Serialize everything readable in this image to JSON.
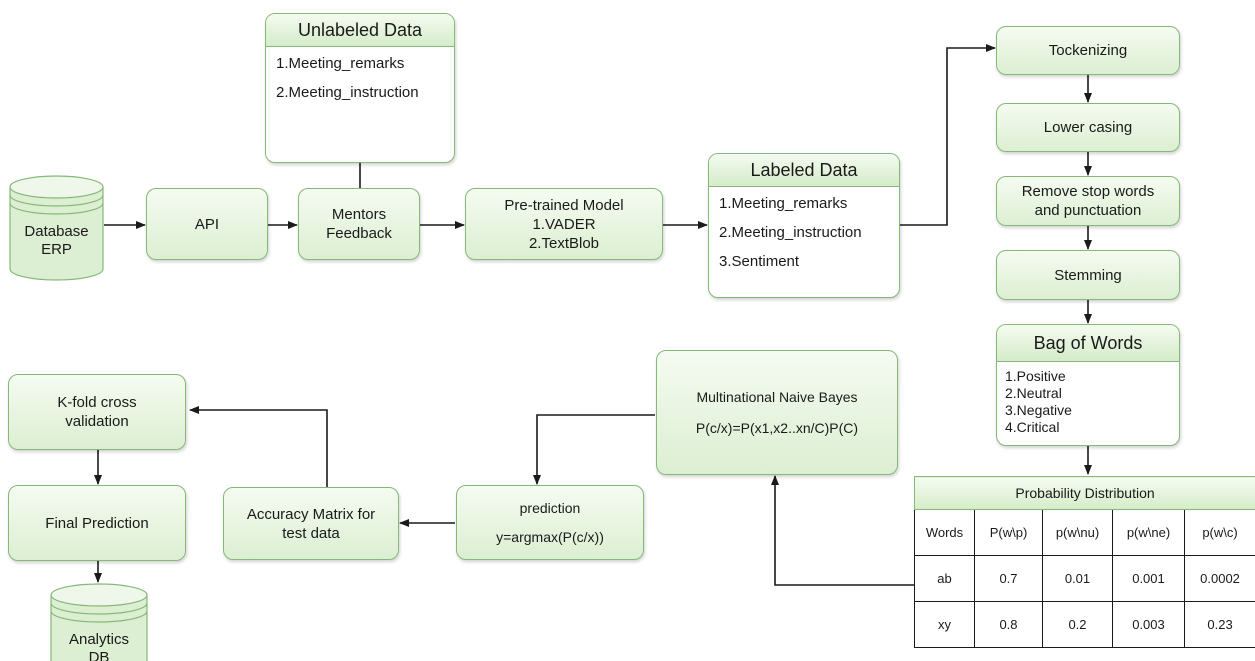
{
  "nodes": {
    "database_erp": "Database\nERP",
    "api": "API",
    "mentors_feedback": "Mentors\nFeedback",
    "pretrained_model": "Pre-trained Model\n1.VADER\n2.TextBlob",
    "tockenizing": "Tockenizing",
    "lower_casing": "Lower casing",
    "remove_stop_words": "Remove stop words\nand punctuation",
    "stemming": "Stemming",
    "naive_bayes_title": "Multinational Naive Bayes",
    "naive_bayes_formula": "P(c/x)=P(x1,x2..xn/C)P(C)",
    "prediction_title": "prediction",
    "prediction_formula": "y=argmax(P(c/x))",
    "accuracy_matrix": "Accuracy Matrix for\ntest data",
    "kfold": "K-fold cross\nvalidation",
    "final_prediction": "Final Prediction",
    "analytics_db": "Analytics\nDB"
  },
  "unlabeled_data": {
    "title": "Unlabeled Data",
    "items": [
      "1.Meeting_remarks",
      "2.Meeting_instruction"
    ]
  },
  "labeled_data": {
    "title": "Labeled Data",
    "items": [
      "1.Meeting_remarks",
      "2.Meeting_instruction",
      "3.Sentiment"
    ]
  },
  "bag_of_words": {
    "title": "Bag of Words",
    "items": [
      "1.Positive",
      "2.Neutral",
      "3.Negative",
      "4.Critical"
    ]
  },
  "probability_table": {
    "title": "Probability Distribution",
    "headers": [
      "Words",
      "P(w\\p)",
      "p(w\\nu)",
      "p(w\\ne)",
      "p(w\\c)"
    ],
    "rows": [
      [
        "ab",
        "0.7",
        "0.01",
        "0.001",
        "0.0002"
      ],
      [
        "xy",
        "0.8",
        "0.2",
        "0.003",
        "0.23"
      ]
    ]
  },
  "colors": {
    "node_fill": "#dcefd2",
    "node_border": "#86b879",
    "edge": "#1a1a1a"
  }
}
